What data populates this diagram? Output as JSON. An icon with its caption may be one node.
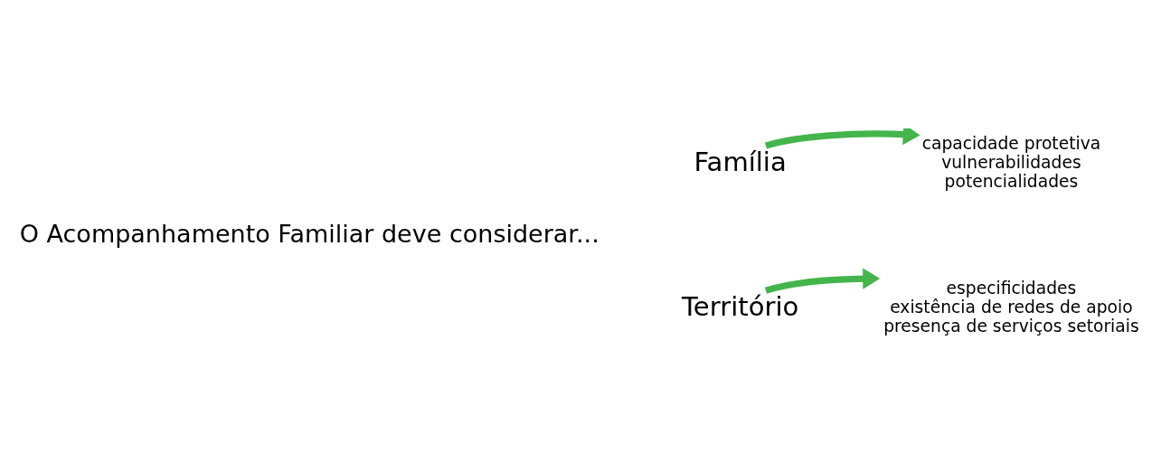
{
  "diagram": {
    "nodes": [
      {
        "text": [
          "O Acompanhamento Familiar deve considerar..."
        ]
      },
      {
        "text": [
          "Família"
        ]
      },
      {
        "text": [
          "capacidade protetiva",
          "vulnerabilidades",
          "potencialidades"
        ]
      },
      {
        "text": [
          "Território"
        ]
      },
      {
        "text": [
          "especificidades",
          "existência de redes de apoio",
          "presença de serviços setoriais"
        ]
      }
    ],
    "edges": [
      {
        "from": 1,
        "to": 2,
        "arrow": "to"
      },
      {
        "from": 3,
        "to": 4,
        "arrow": "to"
      }
    ]
  }
}
